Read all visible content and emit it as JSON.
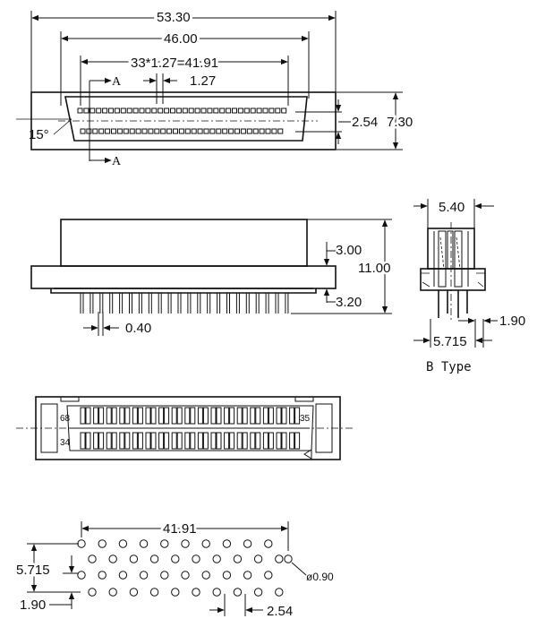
{
  "labels": {
    "overall_width": "53.30",
    "body_width": "46.00",
    "pitch_span": "33*1.27=41.91",
    "pitch": "1.27",
    "row_spacing": "2.54",
    "body_height": "7.30",
    "angle": "15°",
    "section_mark": "A",
    "pin_height": "3.00",
    "total_height": "11.00",
    "pin_tail": "3.20",
    "pin_width": "0.40",
    "side_width": "5.40",
    "side_pin_span": "5.715",
    "side_pin_offset": "1.90",
    "variant": "B Type",
    "pin_first_bottom": "34",
    "pin_last_top": "68",
    "pin_first_top": "35",
    "pcb_span": "41.91",
    "pcb_row_span": "5.715",
    "pcb_row_offset": "1.90",
    "hole_diameter": "ø0.90",
    "pcb_pitch": "2.54"
  }
}
